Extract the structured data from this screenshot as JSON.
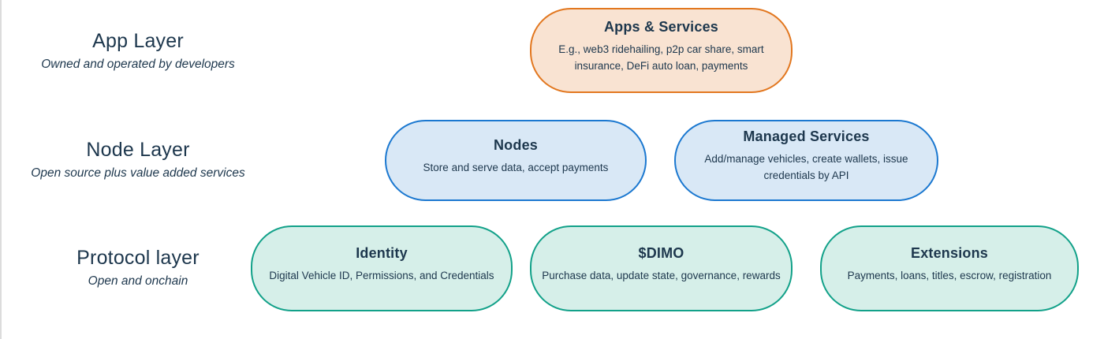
{
  "colors": {
    "text_navy": "#1d374d",
    "orange_border": "#e2771f",
    "orange_fill": "#f9e3d2",
    "blue_border": "#1b78d0",
    "blue_fill": "#d9e8f6",
    "teal_border": "#12a189",
    "teal_fill": "#d6efe9"
  },
  "layers": [
    {
      "id": "app",
      "title": "App Layer",
      "subtitle": "Owned and operated by developers",
      "boxes": [
        {
          "id": "apps-services",
          "title": "Apps & Services",
          "body": "E.g., web3 ridehailing, p2p car share, smart insurance, DeFi auto loan, payments",
          "theme": "orange"
        }
      ]
    },
    {
      "id": "node",
      "title": "Node Layer",
      "subtitle": "Open source plus value added services",
      "boxes": [
        {
          "id": "nodes",
          "title": "Nodes",
          "body": "Store and serve data, accept payments",
          "theme": "blue"
        },
        {
          "id": "managed-services",
          "title": "Managed Services",
          "body": "Add/manage vehicles, create wallets, issue credentials by API",
          "theme": "blue"
        }
      ]
    },
    {
      "id": "protocol",
      "title": "Protocol layer",
      "subtitle": "Open and onchain",
      "boxes": [
        {
          "id": "identity",
          "title": "Identity",
          "body": "Digital Vehicle ID, Permissions, and Credentials",
          "theme": "teal"
        },
        {
          "id": "dimo",
          "title": "$DIMO",
          "body": "Purchase data, update state, governance, rewards",
          "theme": "teal"
        },
        {
          "id": "extensions",
          "title": "Extensions",
          "body": "Payments, loans, titles, escrow, registration",
          "theme": "teal"
        }
      ]
    }
  ]
}
